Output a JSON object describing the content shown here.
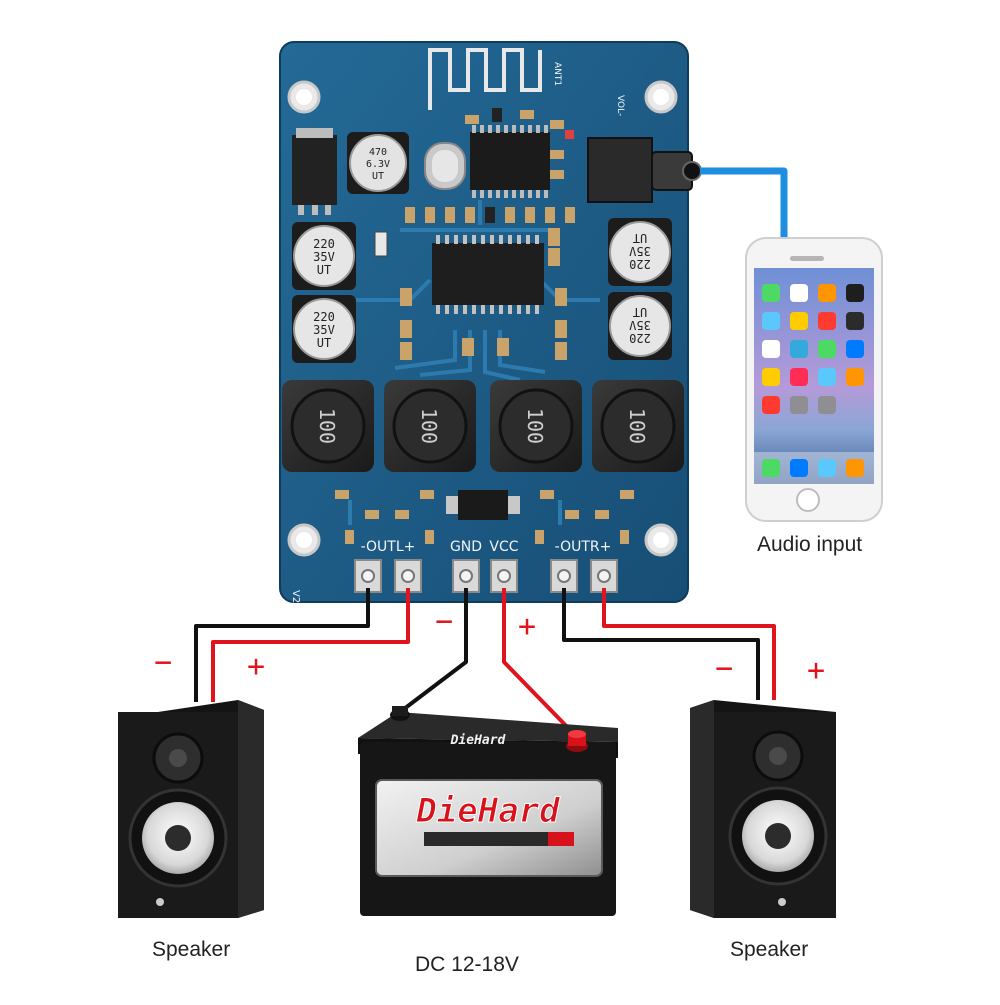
{
  "board": {
    "labels": {
      "out_left": "-OUTL+",
      "gnd": "GND",
      "vcc": "VCC",
      "out_right": "-OUTR+",
      "version": "V2",
      "antenna": "ANT1",
      "volume": "VOL-",
      "inductor": "100",
      "cap_big": [
        "220",
        "35V",
        "UT"
      ],
      "cap_small": [
        "470",
        "6.3V",
        "UT"
      ]
    },
    "colors": {
      "pcb": "#1d5c86",
      "trace": "#2f7fb3",
      "wire_negative": "#111111",
      "wire_positive": "#e0141c",
      "audio_cable": "#1f8ee0"
    }
  },
  "polarity": {
    "negative": "−",
    "positive": "+"
  },
  "phone": {
    "caption": "Audio input"
  },
  "battery": {
    "brand": "DieHard",
    "caption": "DC 12-18V"
  },
  "speakers": {
    "left_caption": "Speaker",
    "right_caption": "Speaker"
  }
}
